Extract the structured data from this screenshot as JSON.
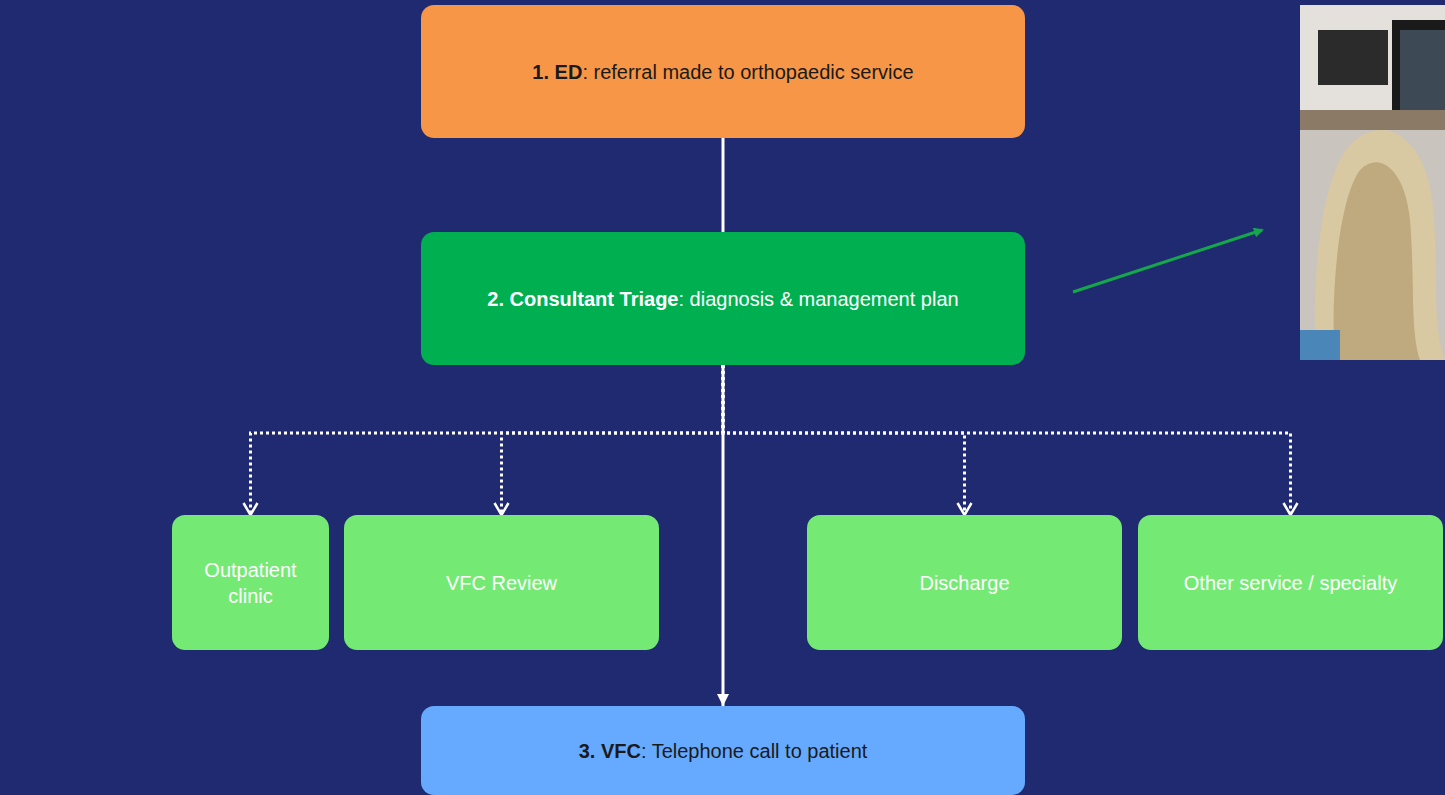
{
  "diagram": {
    "nodes": [
      {
        "text": [
          "1. ED",
          ": referral made to orthopaedic service"
        ]
      },
      {
        "text": [
          "2. Consultant Triage",
          ": diagnosis & management plan"
        ]
      },
      {
        "text": [
          "Outpatient clinic"
        ]
      },
      {
        "text": [
          "VFC Review"
        ]
      },
      {
        "text": [
          "Discharge"
        ]
      },
      {
        "text": [
          "Other service / specialty"
        ]
      },
      {
        "text": [
          "3. VFC",
          ": Telephone call to patient"
        ]
      }
    ],
    "edges": [
      {
        "from": 0,
        "to": 1,
        "arrow": "none"
      },
      {
        "from": 1,
        "to": 6,
        "arrow": "to"
      },
      {
        "from": 1,
        "to": 2,
        "arrow": "to"
      },
      {
        "from": 1,
        "to": 3,
        "arrow": "to"
      },
      {
        "from": 1,
        "to": 4,
        "arrow": "to"
      },
      {
        "from": 1,
        "to": 5,
        "arrow": "to"
      }
    ]
  }
}
